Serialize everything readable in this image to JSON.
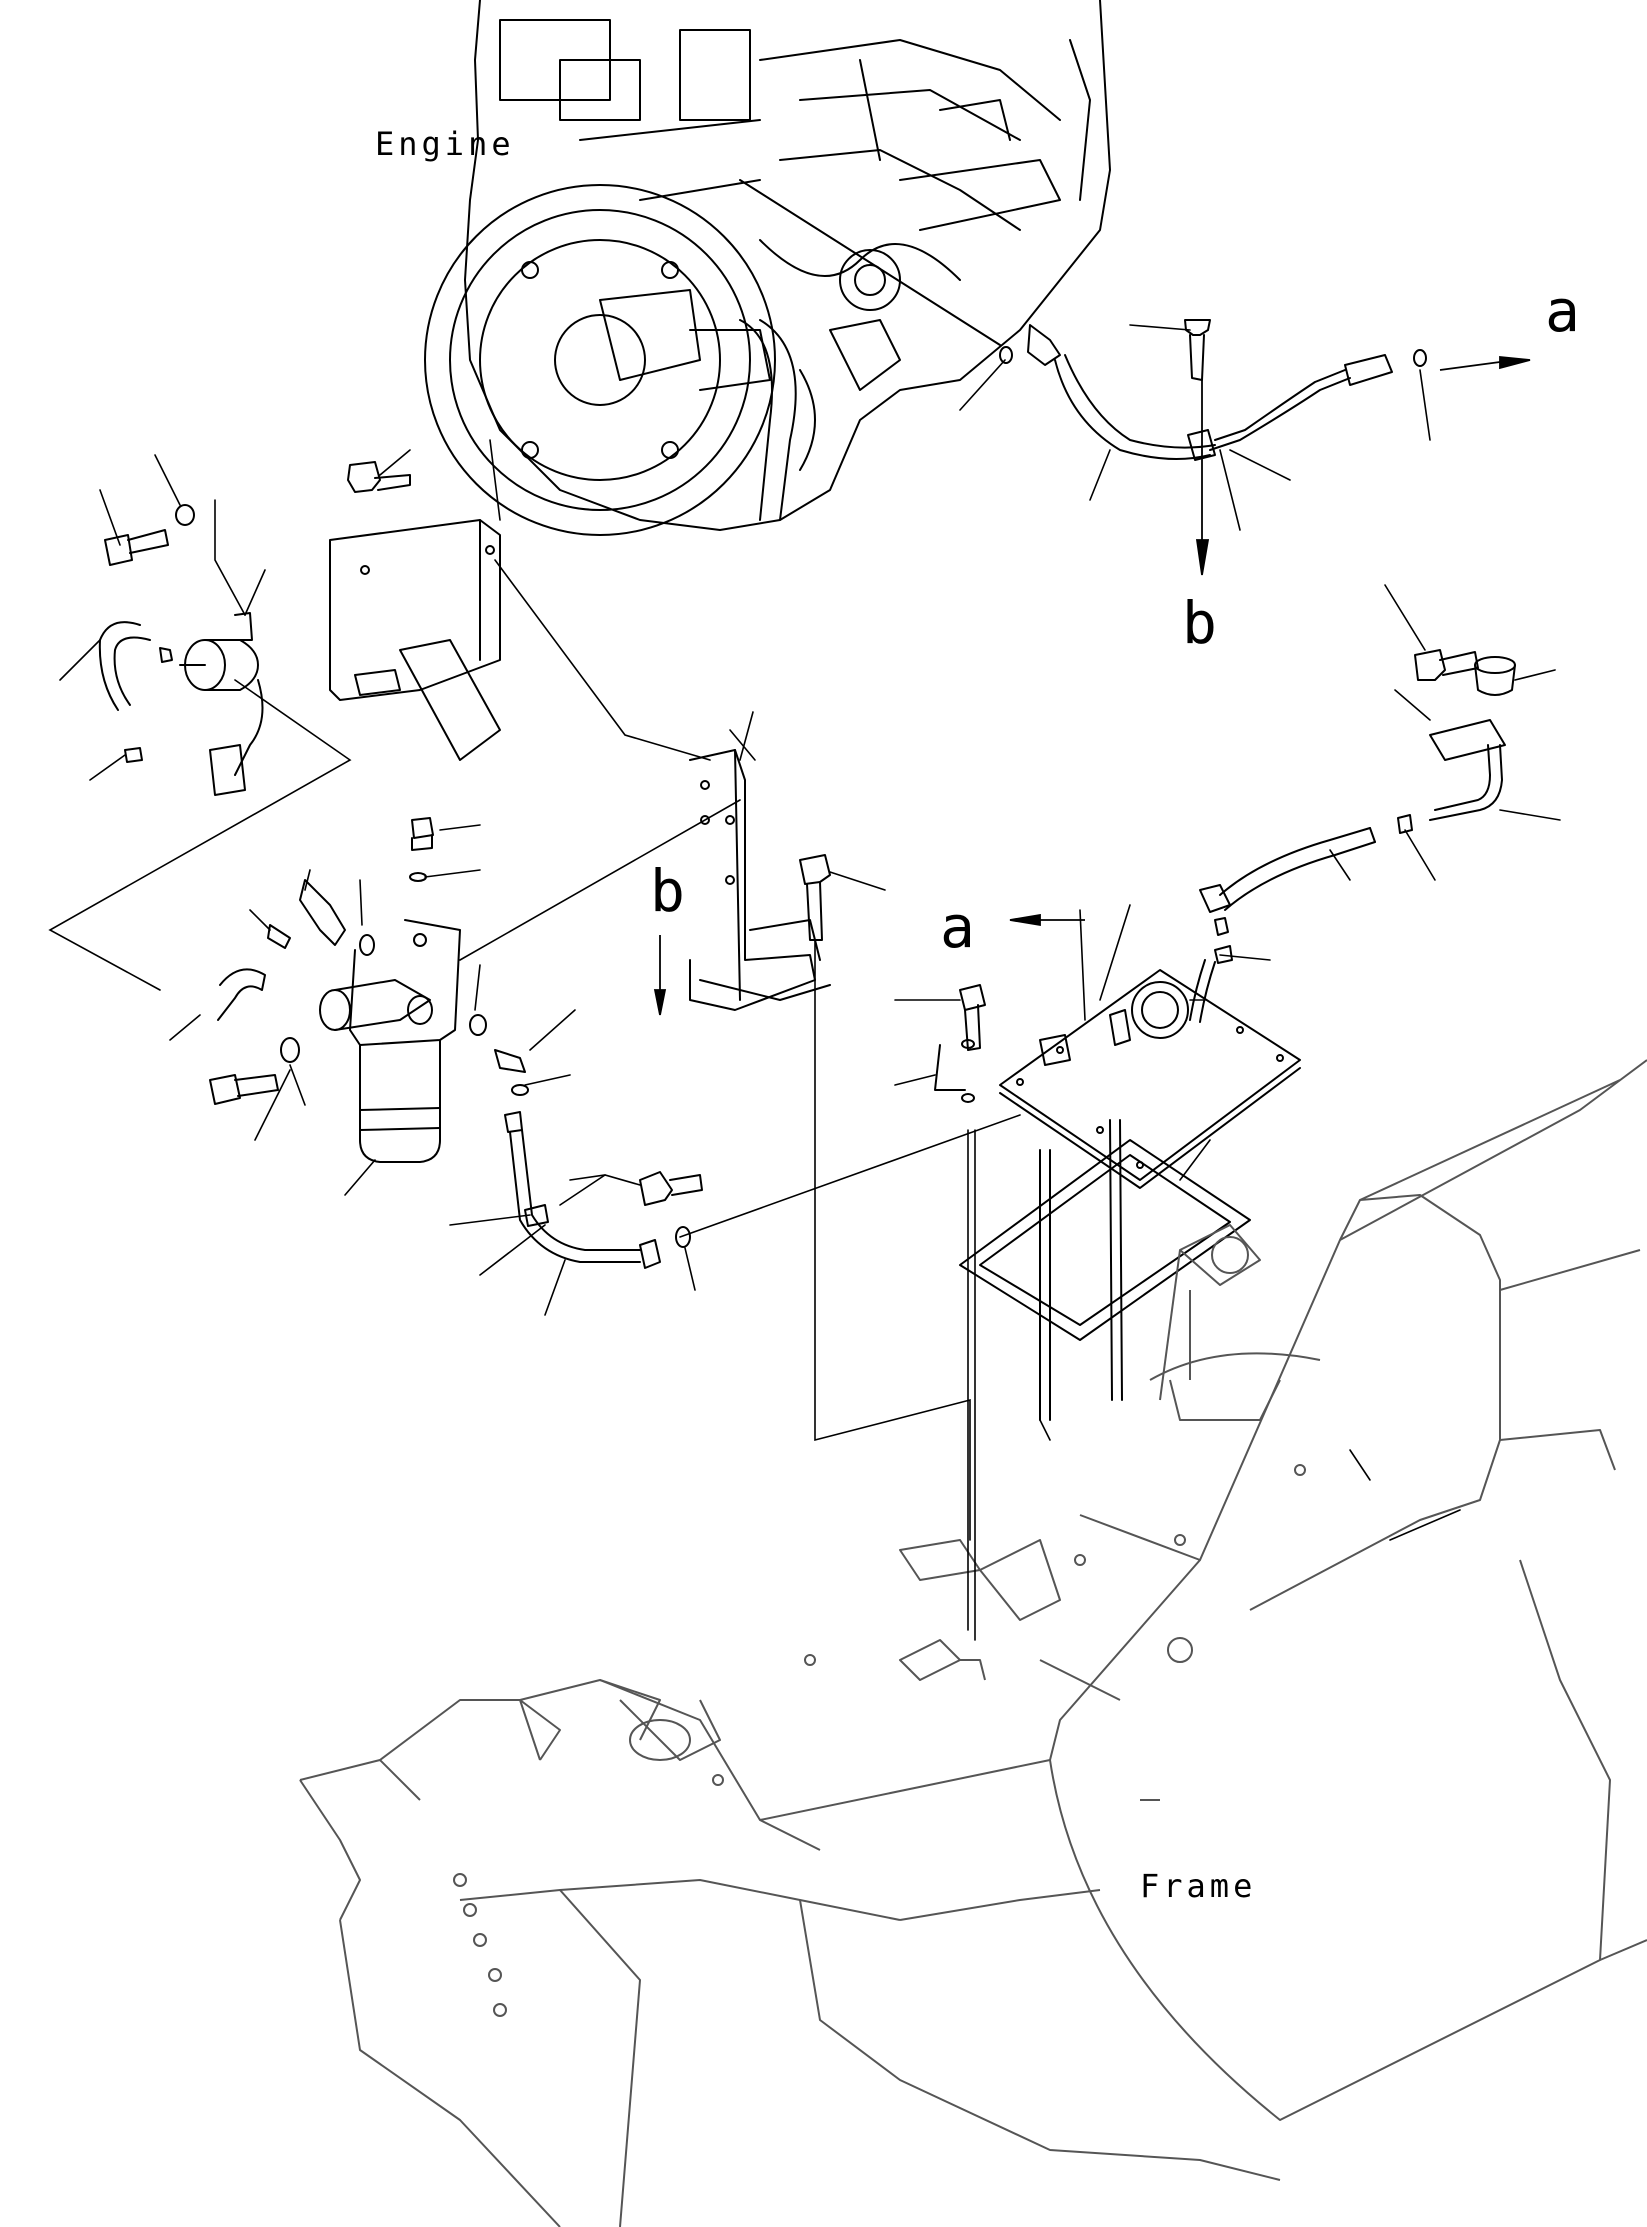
{
  "labels": {
    "engine": "Engine",
    "frame": "Frame",
    "ref_a": "a",
    "ref_b": "b"
  },
  "colors": {
    "line": "#000000",
    "frame_line": "#555555",
    "background": "#ffffff"
  }
}
